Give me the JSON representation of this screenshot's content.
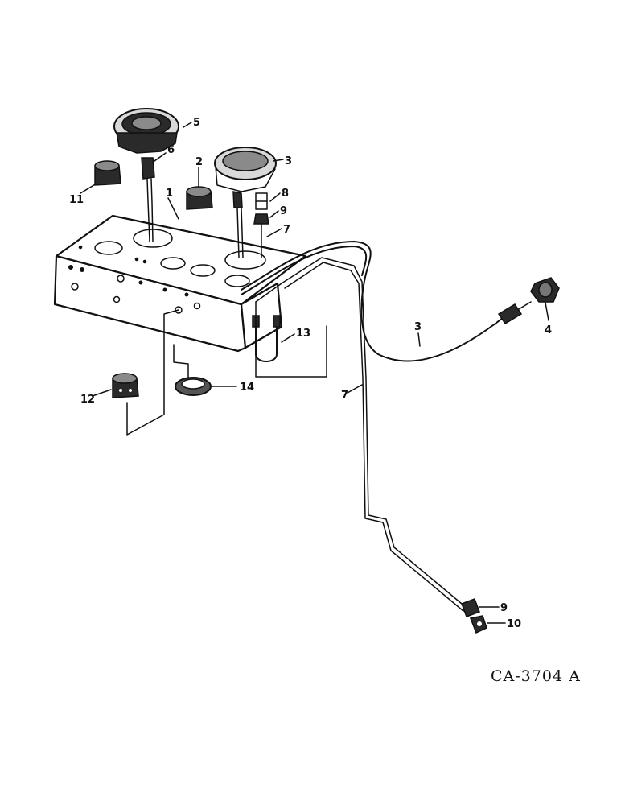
{
  "diagram": {
    "drawing_id": "CA-3704 A",
    "callouts": [
      {
        "id": "label-1",
        "text": "1"
      },
      {
        "id": "label-2",
        "text": "2"
      },
      {
        "id": "label-3-gauge",
        "text": "3"
      },
      {
        "id": "label-3-cable",
        "text": "3"
      },
      {
        "id": "label-4",
        "text": "4"
      },
      {
        "id": "label-5",
        "text": "5"
      },
      {
        "id": "label-6",
        "text": "6"
      },
      {
        "id": "label-7-top",
        "text": "7"
      },
      {
        "id": "label-7-line",
        "text": "7"
      },
      {
        "id": "label-8",
        "text": "8"
      },
      {
        "id": "label-9-top",
        "text": "9"
      },
      {
        "id": "label-9-bottom",
        "text": "9"
      },
      {
        "id": "label-10",
        "text": "10"
      },
      {
        "id": "label-11",
        "text": "11"
      },
      {
        "id": "label-12",
        "text": "12"
      },
      {
        "id": "label-13",
        "text": "13"
      },
      {
        "id": "label-14",
        "text": "14"
      }
    ]
  }
}
